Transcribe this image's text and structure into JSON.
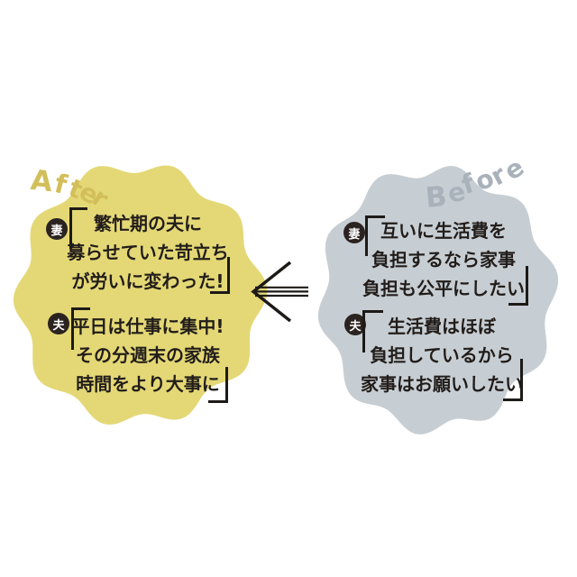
{
  "colors": {
    "after_blob": "#e4d876",
    "before_blob": "#c7ced3",
    "after_label": "#d2bf5a",
    "before_label": "#a9b2bb",
    "badge_bg": "#2b2320",
    "text": "#221d1a",
    "arrow": "#1d1a17"
  },
  "after": {
    "label": "After",
    "letters": [
      "A",
      "f",
      "t",
      "e",
      "r"
    ],
    "wife": {
      "speaker": "妻",
      "lines": [
        "繁忙期の夫に",
        "募らせていた苛立ち",
        "が労いに変わった!"
      ]
    },
    "husband": {
      "speaker": "夫",
      "lines": [
        "平日は仕事に集中!",
        "その分週末の家族",
        "時間をより大事に"
      ]
    }
  },
  "before": {
    "label": "Before",
    "letters": [
      "B",
      "e",
      "f",
      "o",
      "r",
      "e"
    ],
    "wife": {
      "speaker": "妻",
      "lines": [
        "互いに生活費を",
        "負担するなら家事",
        "負担も公平にしたい"
      ]
    },
    "husband": {
      "speaker": "夫",
      "lines": [
        "生活費はほぼ",
        "負担しているから",
        "家事はお願いしたい"
      ]
    }
  },
  "arrow": {
    "direction": "left",
    "meaning": "Before から After への変化"
  }
}
